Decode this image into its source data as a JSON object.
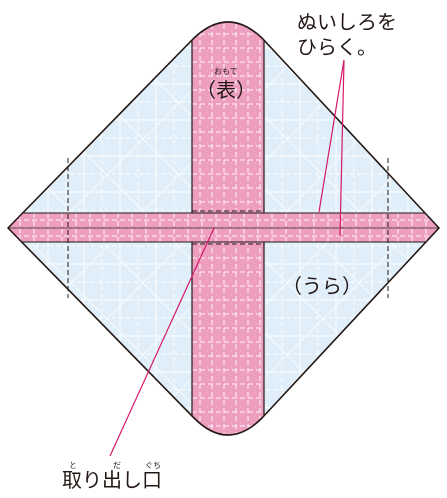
{
  "labels": {
    "seam_allowance_line1": "ぬいしろを",
    "seam_allowance_line2": "ひらく。",
    "front": "（表）",
    "front_ruby": "おもて",
    "back": "（うら）",
    "opening": "取り出し口",
    "opening_ruby_to": "と",
    "opening_ruby_da": "だ",
    "opening_ruby_guchi": "ぐち"
  },
  "colors": {
    "fabric": "#dfeef9",
    "fabric_grid": "#ffffff",
    "ribbon": "#ee9fbf",
    "ribbon_edge": "#e06897",
    "outline": "#231815",
    "leader": "#d6196b"
  },
  "icons": {
    "front_panel": "front-fabric-icon",
    "back_panel": "back-fabric-icon"
  }
}
